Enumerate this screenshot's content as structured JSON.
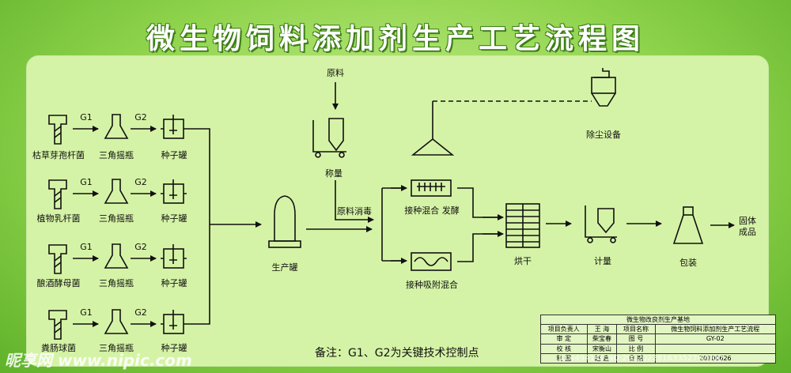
{
  "title": "微生物饲料添加剂生产工艺流程图",
  "colors": {
    "line": "#111111",
    "panel": "#d5f3a6",
    "background": "#8fd34c",
    "title": "#ffffff"
  },
  "strains": [
    {
      "strain": "枯草芽孢杆菌",
      "flask": "三角摇瓶",
      "tank": "种子罐",
      "g1": "G1",
      "g2": "G2"
    },
    {
      "strain": "植物乳杆菌",
      "flask": "三角摇瓶",
      "tank": "种子罐",
      "g1": "G1",
      "g2": "G2"
    },
    {
      "strain": "酿酒酵母菌",
      "flask": "三角摇瓶",
      "tank": "种子罐",
      "g1": "G1",
      "g2": "G2"
    },
    {
      "strain": "粪肠球菌",
      "flask": "三角摇瓶",
      "tank": "种子罐",
      "g1": "G1",
      "g2": "G2"
    }
  ],
  "nodes": {
    "raw": "原料",
    "weigh": "称量",
    "sterilize": "原料消毒",
    "production_tank": "生产罐",
    "ferment": "接种混合  发酵",
    "adsorb": "接种吸附混合",
    "dust": "除尘设备",
    "dry": "烘干",
    "meter": "计量",
    "pack": "包装",
    "product_l1": "固体",
    "product_l2": "成品"
  },
  "note": "备注：G1、G2为关键技术控制点",
  "title_block": {
    "header": "微生物改良剂生产基地",
    "rows": [
      [
        "项目负责人",
        "王  海",
        "项目名称",
        "微生物饲料添加剂生产工艺流程"
      ],
      [
        "审      定",
        "柴宝春",
        "图      号",
        "GY-02"
      ],
      [
        "校      核",
        "宋衡山",
        "比      例",
        ""
      ],
      [
        "制      图",
        "赵  启",
        "日      期",
        "20100626"
      ]
    ]
  },
  "watermark": "昵享网 www.nipic.com",
  "watermark_id": "ID:4494140 NO:20120228163352707000"
}
